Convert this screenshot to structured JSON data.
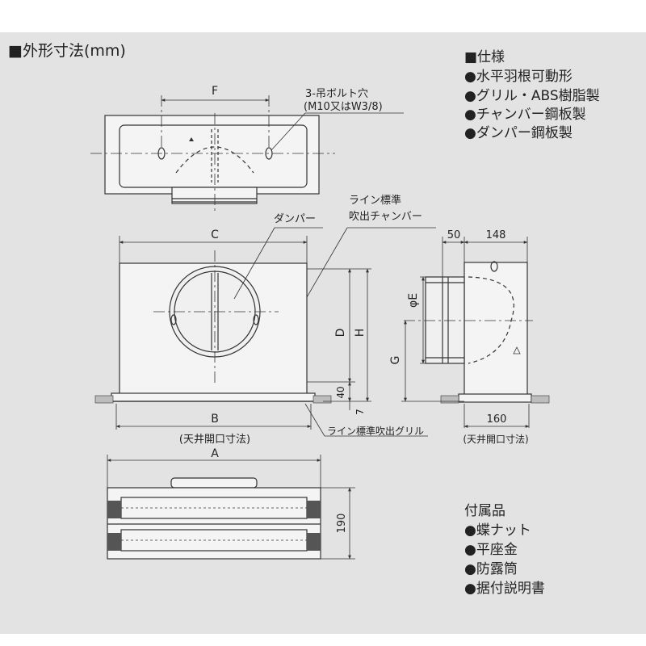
{
  "title": "■外形寸法(mm)",
  "specs": {
    "heading": "■仕様",
    "items": [
      "●水平羽根可動形",
      "●グリル・ABS樹脂製",
      "●チャンバー鋼板製",
      "●ダンパー鋼板製"
    ]
  },
  "accessories": {
    "heading": "付属品",
    "items": [
      "●蝶ナット",
      "●平座金",
      "●防露筒",
      "●据付説明書"
    ]
  },
  "dims": {
    "F": "F",
    "C": "C",
    "B": "B",
    "A": "A",
    "D": "D",
    "H": "H",
    "G": "G",
    "E": "φE",
    "d40": "40",
    "d7": "7",
    "d50": "50",
    "d148": "148",
    "d160": "160",
    "d190": "190"
  },
  "notes": {
    "bolt1": "3-吊ボルト穴",
    "bolt2": "(M10又はW3/8)",
    "chamber1": "ライン標準",
    "chamber2": "吹出チャンバー",
    "damper": "ダンパー",
    "grille": "ライン標準吹出グリル",
    "opening_front": "(天井開口寸法)",
    "opening_side": "(天井開口寸法)"
  },
  "colors": {
    "panel": "#e3e3e3",
    "line": "#333333",
    "body": "#f4f4f4"
  }
}
